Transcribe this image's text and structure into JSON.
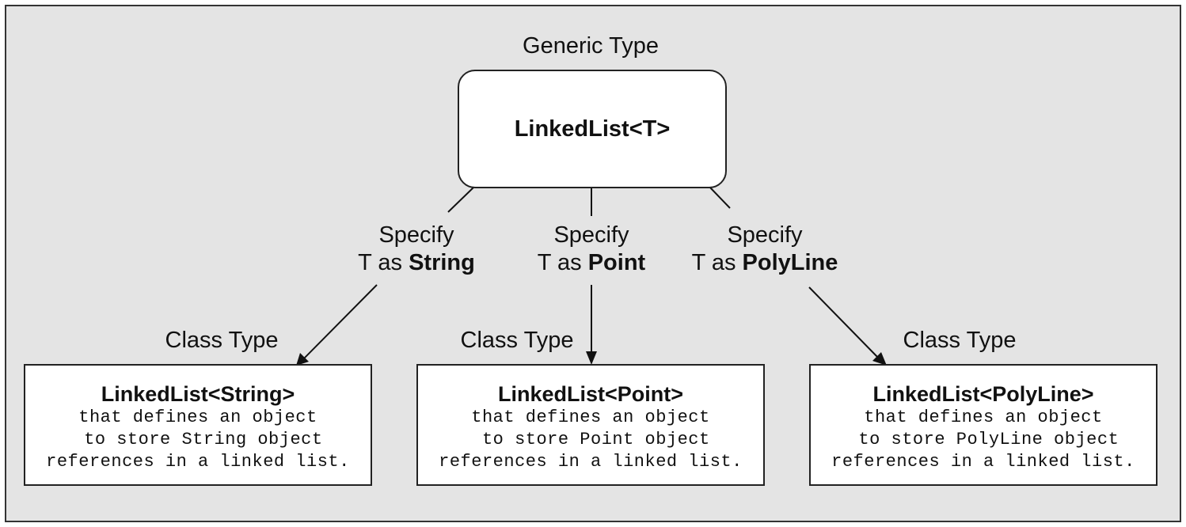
{
  "generic": {
    "caption": "Generic Type",
    "name": "LinkedList<T>"
  },
  "branches": [
    {
      "specify": "Specify",
      "t_as": "T as ",
      "type": "String",
      "caption": "Class Type",
      "class_name": "LinkedList<String>",
      "description": [
        "that defines an object",
        " to store String object",
        "references in a linked list."
      ]
    },
    {
      "specify": "Specify",
      "t_as": "T as ",
      "type": "Point",
      "caption": "Class Type",
      "class_name": "LinkedList<Point>",
      "description": [
        "that defines an object",
        " to store Point object",
        "references in a linked list."
      ]
    },
    {
      "specify": "Specify",
      "t_as": "T as ",
      "type": "PolyLine",
      "caption": "Class Type",
      "class_name": "LinkedList<PolyLine>",
      "description": [
        "that defines an object",
        " to store PolyLine object",
        "references in a linked list."
      ]
    }
  ]
}
